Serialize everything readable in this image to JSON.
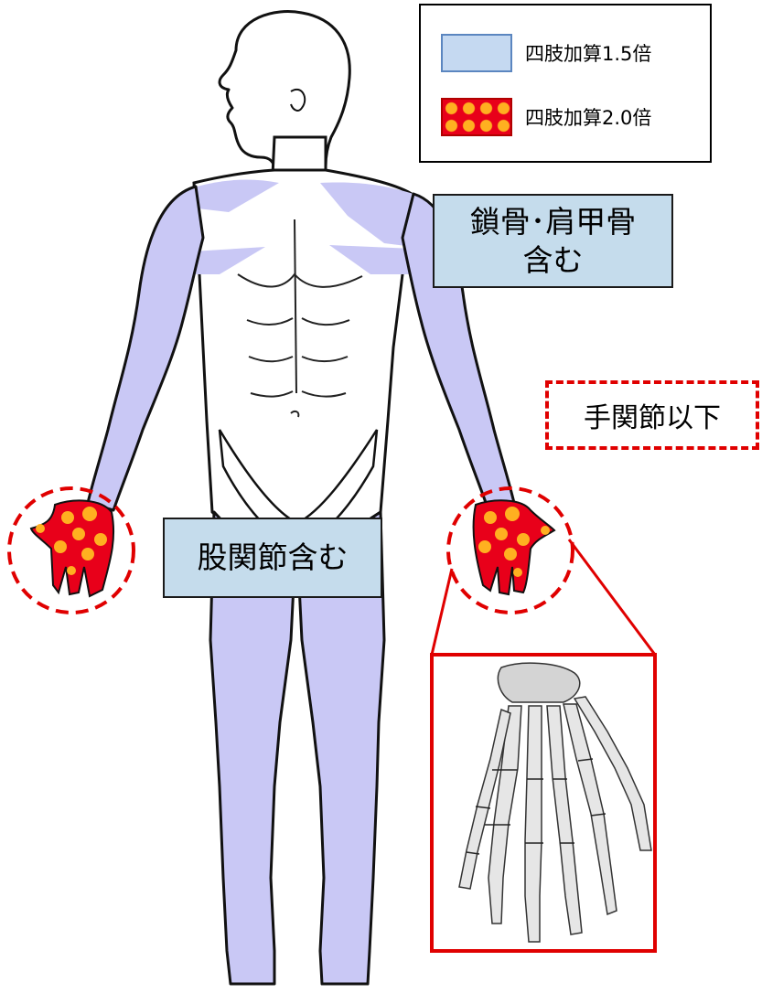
{
  "legend": {
    "item1": {
      "label": "四肢加算1.5倍",
      "color": "#c5d9f1"
    },
    "item2": {
      "label": "四肢加算2.0倍",
      "color": "#e8001a",
      "dot_color": "#ffb020"
    }
  },
  "callouts": {
    "clavicle_line1": "鎖骨･肩甲骨",
    "clavicle_line2": "含む",
    "hip": "股関節含む",
    "wrist": "手関節以下"
  },
  "colors": {
    "limb_fill": "#c9c8f5",
    "callout_fill": "#c5dcec",
    "highlight": "#e00000"
  }
}
